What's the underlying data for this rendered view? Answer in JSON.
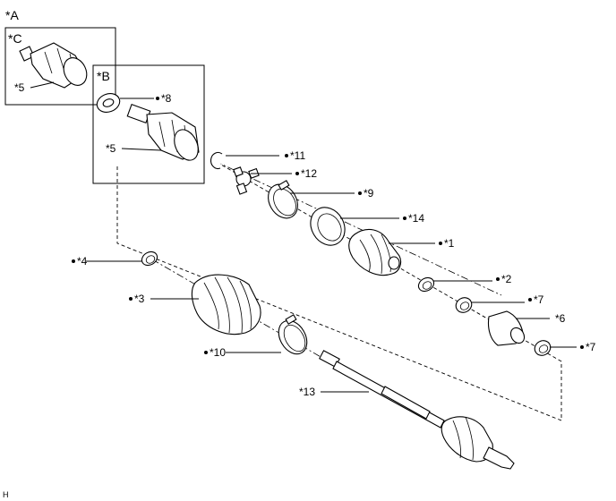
{
  "labels": {
    "view_a": "*A",
    "view_b": "*B",
    "view_c": "*C",
    "p5_c": "*5",
    "p8": "*8",
    "p5_b": "*5",
    "p11": "*11",
    "p12": "*12",
    "p9": "*9",
    "p14": "*14",
    "p1": "*1",
    "p4": "*4",
    "p2": "*2",
    "p3": "*3",
    "p7_a": "*7",
    "p6": "*6",
    "p7_b": "*7",
    "p10": "*10",
    "p13": "*13",
    "corner": "H"
  }
}
